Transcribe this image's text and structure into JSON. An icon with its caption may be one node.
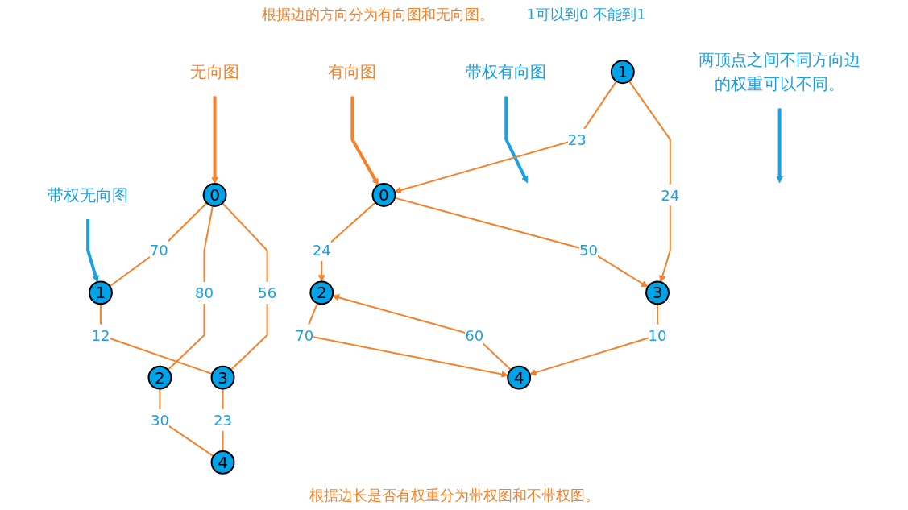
{
  "diagram": {
    "nodes": [
      {
        "text": [
          "带权无向图"
        ]
      },
      {
        "text": [
          "无向图"
        ]
      },
      {
        "text": [
          "0"
        ]
      },
      {
        "text": [
          "1"
        ]
      },
      {
        "text": [
          "2"
        ]
      },
      {
        "text": [
          "3"
        ]
      },
      {
        "text": [
          "4"
        ]
      },
      {
        "text": [
          "有向图"
        ]
      },
      {
        "text": [
          "带权有向图"
        ]
      },
      {
        "text": [
          "0"
        ]
      },
      {
        "text": [
          "1"
        ]
      },
      {
        "text": [
          "2"
        ]
      },
      {
        "text": [
          "3"
        ]
      },
      {
        "text": [
          "4"
        ]
      },
      {
        "text": [
          "两顶点之间不同方向边的权重可以不同。"
        ]
      }
    ],
    "edges": [
      {
        "from": 0,
        "to": 3,
        "arrow": "to",
        "style": "thick",
        "color": "#1ba1e2"
      },
      {
        "from": 1,
        "to": 2,
        "arrow": "to",
        "style": "thick"
      },
      {
        "from": 2,
        "to": 3,
        "label": "70",
        "arrow": "none"
      },
      {
        "from": 2,
        "to": 4,
        "label": "80",
        "arrow": "none"
      },
      {
        "from": 2,
        "to": 5,
        "label": "56",
        "arrow": "none"
      },
      {
        "from": 3,
        "to": 5,
        "label": "12",
        "arrow": "none"
      },
      {
        "from": 4,
        "to": 6,
        "label": "30",
        "arrow": "none"
      },
      {
        "from": 5,
        "to": 6,
        "label": "23",
        "arrow": "none"
      },
      {
        "from": 7,
        "to": 9,
        "arrow": "to",
        "style": "thick"
      },
      {
        "from": 8,
        "to": null,
        "arrow": "to",
        "style": "thick",
        "color": "#1ba1e2"
      },
      {
        "from": 10,
        "to": 9,
        "label": "23",
        "arrow": "to"
      },
      {
        "from": 9,
        "to": 11,
        "label": "24",
        "arrow": "to"
      },
      {
        "from": 9,
        "to": 12,
        "label": "50",
        "arrow": "to"
      },
      {
        "from": 10,
        "to": 12,
        "label": "24",
        "arrow": "to"
      },
      {
        "from": 12,
        "to": 13,
        "label": "10",
        "arrow": "to"
      },
      {
        "from": 11,
        "to": 13,
        "label": "70",
        "arrow": "to"
      },
      {
        "from": 13,
        "to": 11,
        "label": "60",
        "arrow": "to"
      },
      {
        "from": 14,
        "to": null,
        "arrow": "to",
        "style": "thick",
        "color": "#1ba1e2"
      }
    ],
    "labels": [
      "根据边的方向分为有向图和无向图。",
      "1可以到0 不能到1",
      "根据边长是否有权重分为带权图和不带权图。"
    ]
  }
}
